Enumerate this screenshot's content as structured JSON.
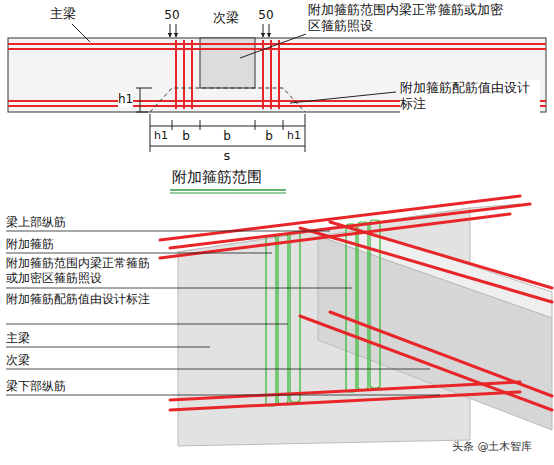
{
  "diagram": {
    "title": "附加箍筋范围",
    "labels": [
      "主梁",
      "50",
      "次梁",
      "50",
      "附加箍筋范围内梁正常箍筋或加密区箍筋照设",
      "h1",
      "附加箍筋配筋值由设计标注",
      "h1",
      "b",
      "b",
      "b",
      "h1",
      "s",
      "梁上部纵筋",
      "附加箍筋",
      "附加箍筋范围内梁正常箍筋或加密区箍筋照设",
      "附加箍筋配筋值由设计标注",
      "主梁",
      "次梁",
      "梁下部纵筋",
      "头条 @土木智库"
    ]
  }
}
